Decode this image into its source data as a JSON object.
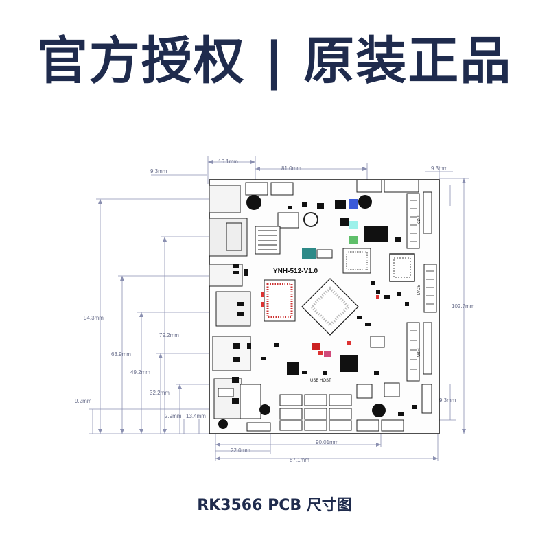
{
  "header": {
    "title": "官方授权 | 原装正品"
  },
  "caption": {
    "text": "RK3566 PCB 尺寸图"
  },
  "board": {
    "label": "YNH-512-V1.0",
    "silkscreen": [
      "USB HOST",
      "LVDS",
      "WIFI",
      "eDP"
    ]
  },
  "dimensions": {
    "top": [
      "16.1mm",
      "81.0mm",
      "9.3mm",
      "9.3mm"
    ],
    "left": [
      "94.3mm",
      "63.9mm",
      "79.2mm",
      "49.2mm",
      "32.2mm",
      "9.2mm",
      "2.9mm",
      "13.4mm"
    ],
    "right": [
      "102.7mm",
      "9.3mm"
    ],
    "bottom": [
      "90.01mm",
      "22.0mm",
      "87.1mm"
    ]
  },
  "colors": {
    "title": "#1f2b4d",
    "dimension": "#8a8fb0",
    "pcb_outline": "#222222"
  }
}
